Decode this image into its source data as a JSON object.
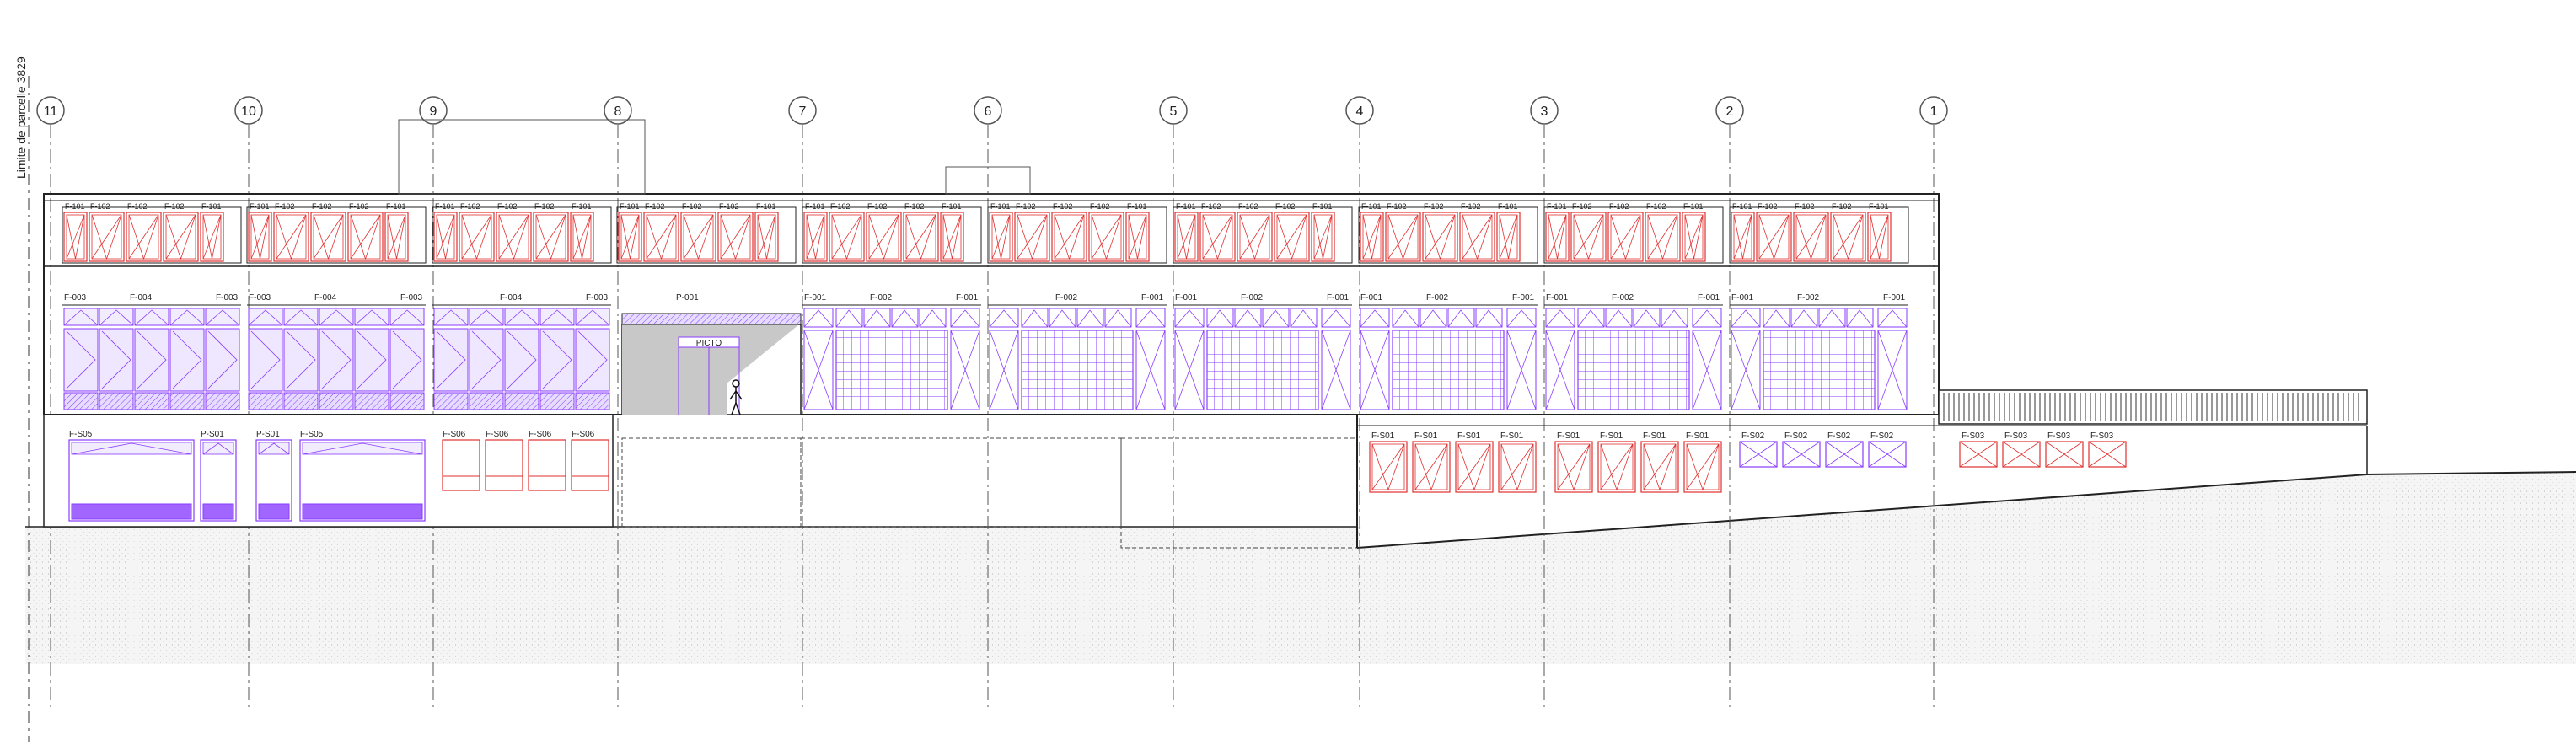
{
  "sheet": {
    "parcel_limit_label": "Limite de parcelle 3829",
    "grid_axes": [
      "11",
      "10",
      "9",
      "8",
      "7",
      "6",
      "5",
      "4",
      "3",
      "2",
      "1"
    ],
    "entrance_sign": "PICTO"
  },
  "upper_window_tags": [
    [
      "F-101",
      "F-102",
      "F-102",
      "F-102",
      "F-101"
    ],
    [
      "F-101",
      "F-102",
      "F-102",
      "F-102",
      "F-101"
    ],
    [
      "F-101",
      "F-102",
      "F-102",
      "F-102",
      "F-101"
    ],
    [
      "F-101",
      "F-102",
      "F-102",
      "F-102",
      "F-101"
    ],
    [
      "F-101",
      "F-102",
      "F-102",
      "F-102",
      "F-101"
    ],
    [
      "F-101",
      "F-102",
      "F-102",
      "F-102",
      "F-101"
    ],
    [
      "F-101",
      "F-102",
      "F-102",
      "F-102",
      "F-101"
    ],
    [
      "F-101",
      "F-102",
      "F-102",
      "F-102",
      "F-101"
    ],
    [
      "F-101",
      "F-102",
      "F-102",
      "F-102",
      "F-101"
    ],
    [
      "F-101",
      "F-102",
      "F-102",
      "F-102",
      "F-101"
    ]
  ],
  "ground_window_tags": [
    [
      "F-003",
      "F-004",
      "F-003"
    ],
    [
      "F-003",
      "F-004",
      "F-003"
    ],
    [
      "F-004",
      "F-003"
    ],
    [
      "P-001"
    ],
    [
      "F-001",
      "F-002",
      "F-001"
    ],
    [
      "F-002",
      "F-001"
    ],
    [
      "F-001",
      "F-002",
      "F-001"
    ],
    [
      "F-001",
      "F-002",
      "F-001"
    ],
    [
      "F-001",
      "F-002",
      "F-001"
    ],
    [
      "F-001",
      "F-002",
      "F-001"
    ]
  ],
  "basement_tags": {
    "west": [
      "F-S05",
      "P-S01",
      "P-S01",
      "F-S05"
    ],
    "mid": [
      "F-S06",
      "F-S06",
      "F-S06",
      "F-S06"
    ],
    "east_a": [
      "F-S01",
      "F-S01",
      "F-S01",
      "F-S01"
    ],
    "east_b": [
      "F-S01",
      "F-S01",
      "F-S01",
      "F-S01"
    ],
    "east_c": [
      "F-S02",
      "F-S02",
      "F-S02",
      "F-S02"
    ],
    "east_d": [
      "F-S03",
      "F-S03",
      "F-S03",
      "F-S03"
    ]
  },
  "colors": {
    "line": "#222222",
    "window_red": "#e03030",
    "window_purple": "#8a3cff",
    "purple_fill": "#a066ff",
    "grid_gray": "#555555",
    "ground_hatch": "#cfcfcf",
    "ground_fill": "#f3f3f3",
    "entrance_gray": "#c8c8c8"
  }
}
